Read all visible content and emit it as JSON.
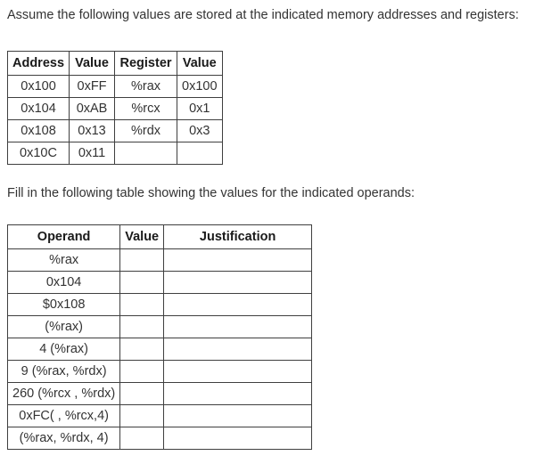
{
  "page": {
    "intro_text": "Assume the following values are stored at the indicated memory addresses and registers:",
    "fill_in_text": "Fill in the following table showing the values for the indicated operands:"
  },
  "colors": {
    "background": "#ffffff",
    "body_text": "#333333",
    "header_text": "#1a1a1a",
    "table_border": "#3f3f3f"
  },
  "memory_table": {
    "headers": [
      "Address",
      "Value",
      "Register",
      "Value"
    ],
    "rows": [
      [
        "0x100",
        "0xFF",
        "%rax",
        "0x100"
      ],
      [
        "0x104",
        "0xAB",
        "%rcx",
        "0x1"
      ],
      [
        "0x108",
        "0x13",
        "%rdx",
        "0x3"
      ],
      [
        "0x10C",
        "0x11",
        "",
        ""
      ]
    ]
  },
  "operand_table": {
    "headers": [
      "Operand",
      "Value",
      "Justification"
    ],
    "rows": [
      [
        "%rax",
        "",
        ""
      ],
      [
        "0x104",
        "",
        ""
      ],
      [
        "$0x108",
        "",
        ""
      ],
      [
        "(%rax)",
        "",
        ""
      ],
      [
        "4 (%rax)",
        "",
        ""
      ],
      [
        "9 (%rax, %rdx)",
        "",
        ""
      ],
      [
        "260 (%rcx , %rdx)",
        "",
        ""
      ],
      [
        "0xFC( , %rcx,4)",
        "",
        ""
      ],
      [
        "(%rax, %rdx, 4)",
        "",
        ""
      ]
    ]
  }
}
